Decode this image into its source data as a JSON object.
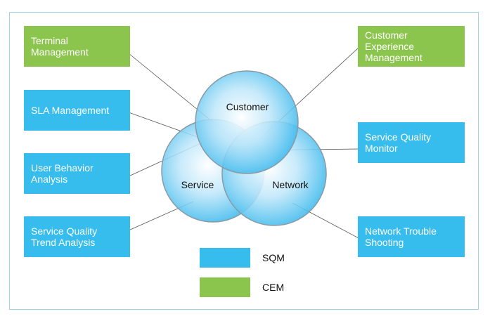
{
  "boxes": {
    "terminal_management": "Terminal\nManagement",
    "sla_management": "SLA Management",
    "user_behavior_analysis": "User Behavior\nAnalysis",
    "service_quality_trend_analysis": "Service Quality\nTrend Analysis",
    "customer_experience_management": "Customer\nExperience\nManagement",
    "service_quality_monitor": "Service Quality\nMonitor",
    "network_trouble_shooting": "Network Trouble\nShooting"
  },
  "circles": {
    "customer": "Customer",
    "service": "Service",
    "network": "Network"
  },
  "legend": {
    "sqm": "SQM",
    "cem": "CEM"
  },
  "colors": {
    "sqm": "#36bdee",
    "cem": "#8cc54d",
    "circle": "#5fc8f2"
  }
}
